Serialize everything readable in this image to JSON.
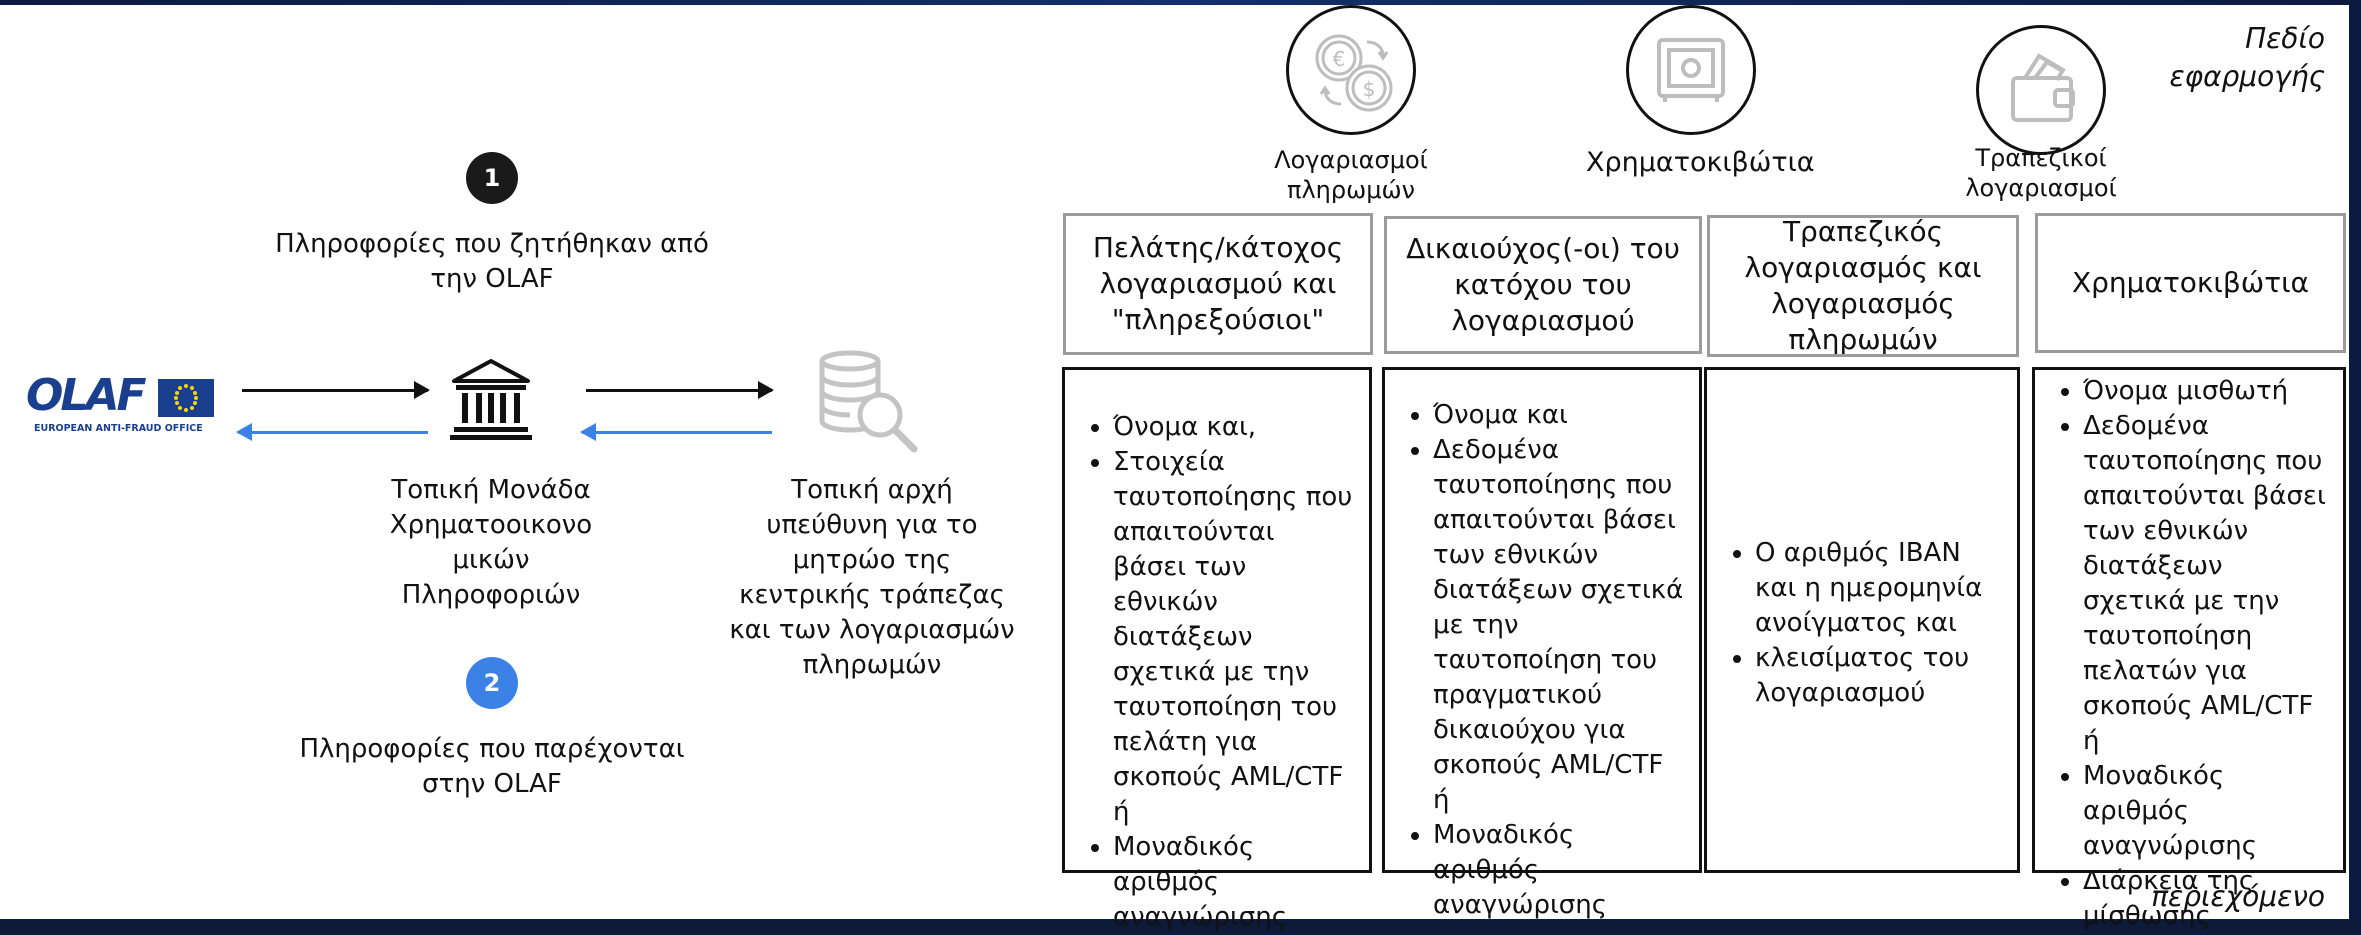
{
  "flow": {
    "step1_number": "1",
    "step1_text": "Πληροφορίες που ζητήθηκαν από την OLAF",
    "step2_number": "2",
    "step2_text": "Πληροφορίες που παρέχονται στην OLAF",
    "olaf_logo_text": "OLAF",
    "olaf_logo_subtext": "EUROPEAN ANTI-FRAUD OFFICE",
    "fiu_label": "Τοπική Μονάδα Χρηματοοικονο μικών Πληροφοριών",
    "registry_label": "Τοπική αρχή υπεύθυνη για το μητρώο της κεντρικής τράπεζας και των λογαριασμών πληρωμών",
    "step1_color": "#1a1a1a",
    "step2_color": "#3c82e6"
  },
  "scope": {
    "heading": "Πεδίο εφαρμογής",
    "icons": [
      {
        "label": "Λογαριασμοί πληρωμών",
        "icon": "currency-exchange-icon"
      },
      {
        "label": "Χρηματοκιβώτια",
        "icon": "safe-icon"
      },
      {
        "label": "Τραπεζικοί λογαριασμοί",
        "icon": "wallet-icon"
      }
    ]
  },
  "columns": [
    {
      "header": "Πελάτης/κάτοχος λογαριασμού και \"πληρεξούσιοι\"",
      "items": [
        "Όνομα και,",
        "Στοιχεία ταυτοποίησης που απαιτούνται βάσει των εθνικών διατάξεων σχετικά με την ταυτοποίηση του πελάτη για σκοπούς AML/CTF ή",
        "Μοναδικός αριθμός αναγνώρισης"
      ]
    },
    {
      "header": "Δικαιούχος(-οι) του κατόχου του λογαριασμού",
      "items": [
        "Όνομα και",
        "Δεδομένα ταυτοποίησης που απαιτούνται βάσει των εθνικών διατάξεων σχετικά με την ταυτοποίηση του πραγματικού δικαιούχου για σκοπούς AML/CTF ή",
        "Μοναδικός αριθμός αναγνώρισης"
      ]
    },
    {
      "header": "Τραπεζικός λογαριασμός και λογαριασμός πληρωμών",
      "items": [
        "Ο αριθμός IBAN και η ημερομηνία ανοίγματος και",
        "κλεισίματος του λογαριασμού"
      ]
    },
    {
      "header": "Χρηματοκιβώτια",
      "items": [
        "Όνομα μισθωτή",
        "Δεδομένα ταυτοποίησης που απαιτούνται βάσει των εθνικών διατάξεων σχετικά με την ταυτοποίηση πελατών για σκοπούς AML/CTF ή",
        "Μοναδικός αριθμός αναγνώρισης",
        "Διάρκεια της μίσθωσης"
      ]
    }
  ],
  "content_heading": "περιεχόμενο"
}
